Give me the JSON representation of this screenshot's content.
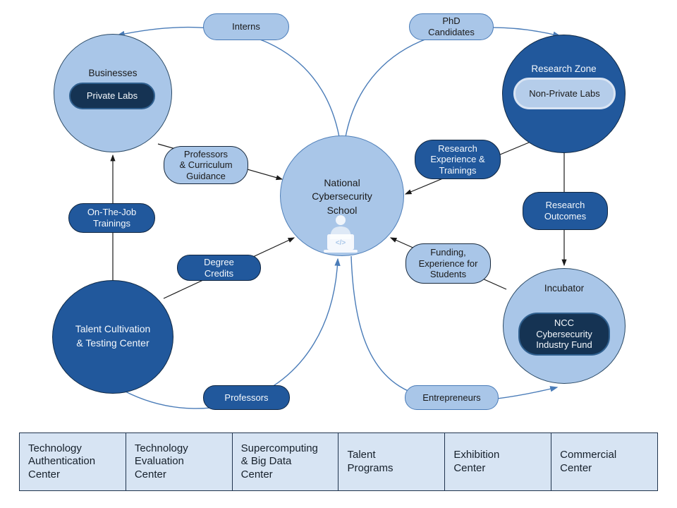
{
  "school": {
    "label": "National\nCybersecurity\nSchool",
    "icon": "person-laptop-icon"
  },
  "entities": {
    "businesses": {
      "label": "Businesses",
      "sublabel": "Private Labs"
    },
    "research_zone": {
      "label": "Research Zone",
      "sublabel": "Non-Private Labs"
    },
    "talent_center": {
      "label": "Talent Cultivation\n& Testing Center"
    },
    "incubator": {
      "label": "Incubator",
      "sublabel": "NCC\nCybersecurity\nIndustry Fund"
    }
  },
  "connector_labels": {
    "interns": "Interns",
    "phd_candidates": "PhD\nCandidates",
    "professors_curriculum": "Professors\n& Curriculum\nGuidance",
    "research_experience": "Research\nExperience &\nTrainings",
    "on_the_job": "On-The-Job\nTrainings",
    "research_outcomes": "Research\nOutcomes",
    "degree_credits": "Degree\nCredits",
    "funding_experience": "Funding,\nExperience for\nStudents",
    "professors": "Professors",
    "entrepreneurs": "Entrepreneurs"
  },
  "footer_cells": [
    "Technology\nAuthentication\nCenter",
    "Technology\nEvaluation\nCenter",
    "Supercomputing\n& Big Data\nCenter",
    "Talent\nPrograms",
    "Exhibition\nCenter",
    "Commercial\nCenter"
  ],
  "colors": {
    "light_blue": "#A9C6E8",
    "medium_blue": "#21589C",
    "dark_navy": "#153353",
    "inner_light_pill": "#B5CDEA",
    "curve_blue": "#4A7CB8",
    "footer_fill": "#D7E4F3",
    "line_black": "#1A1A1A"
  }
}
